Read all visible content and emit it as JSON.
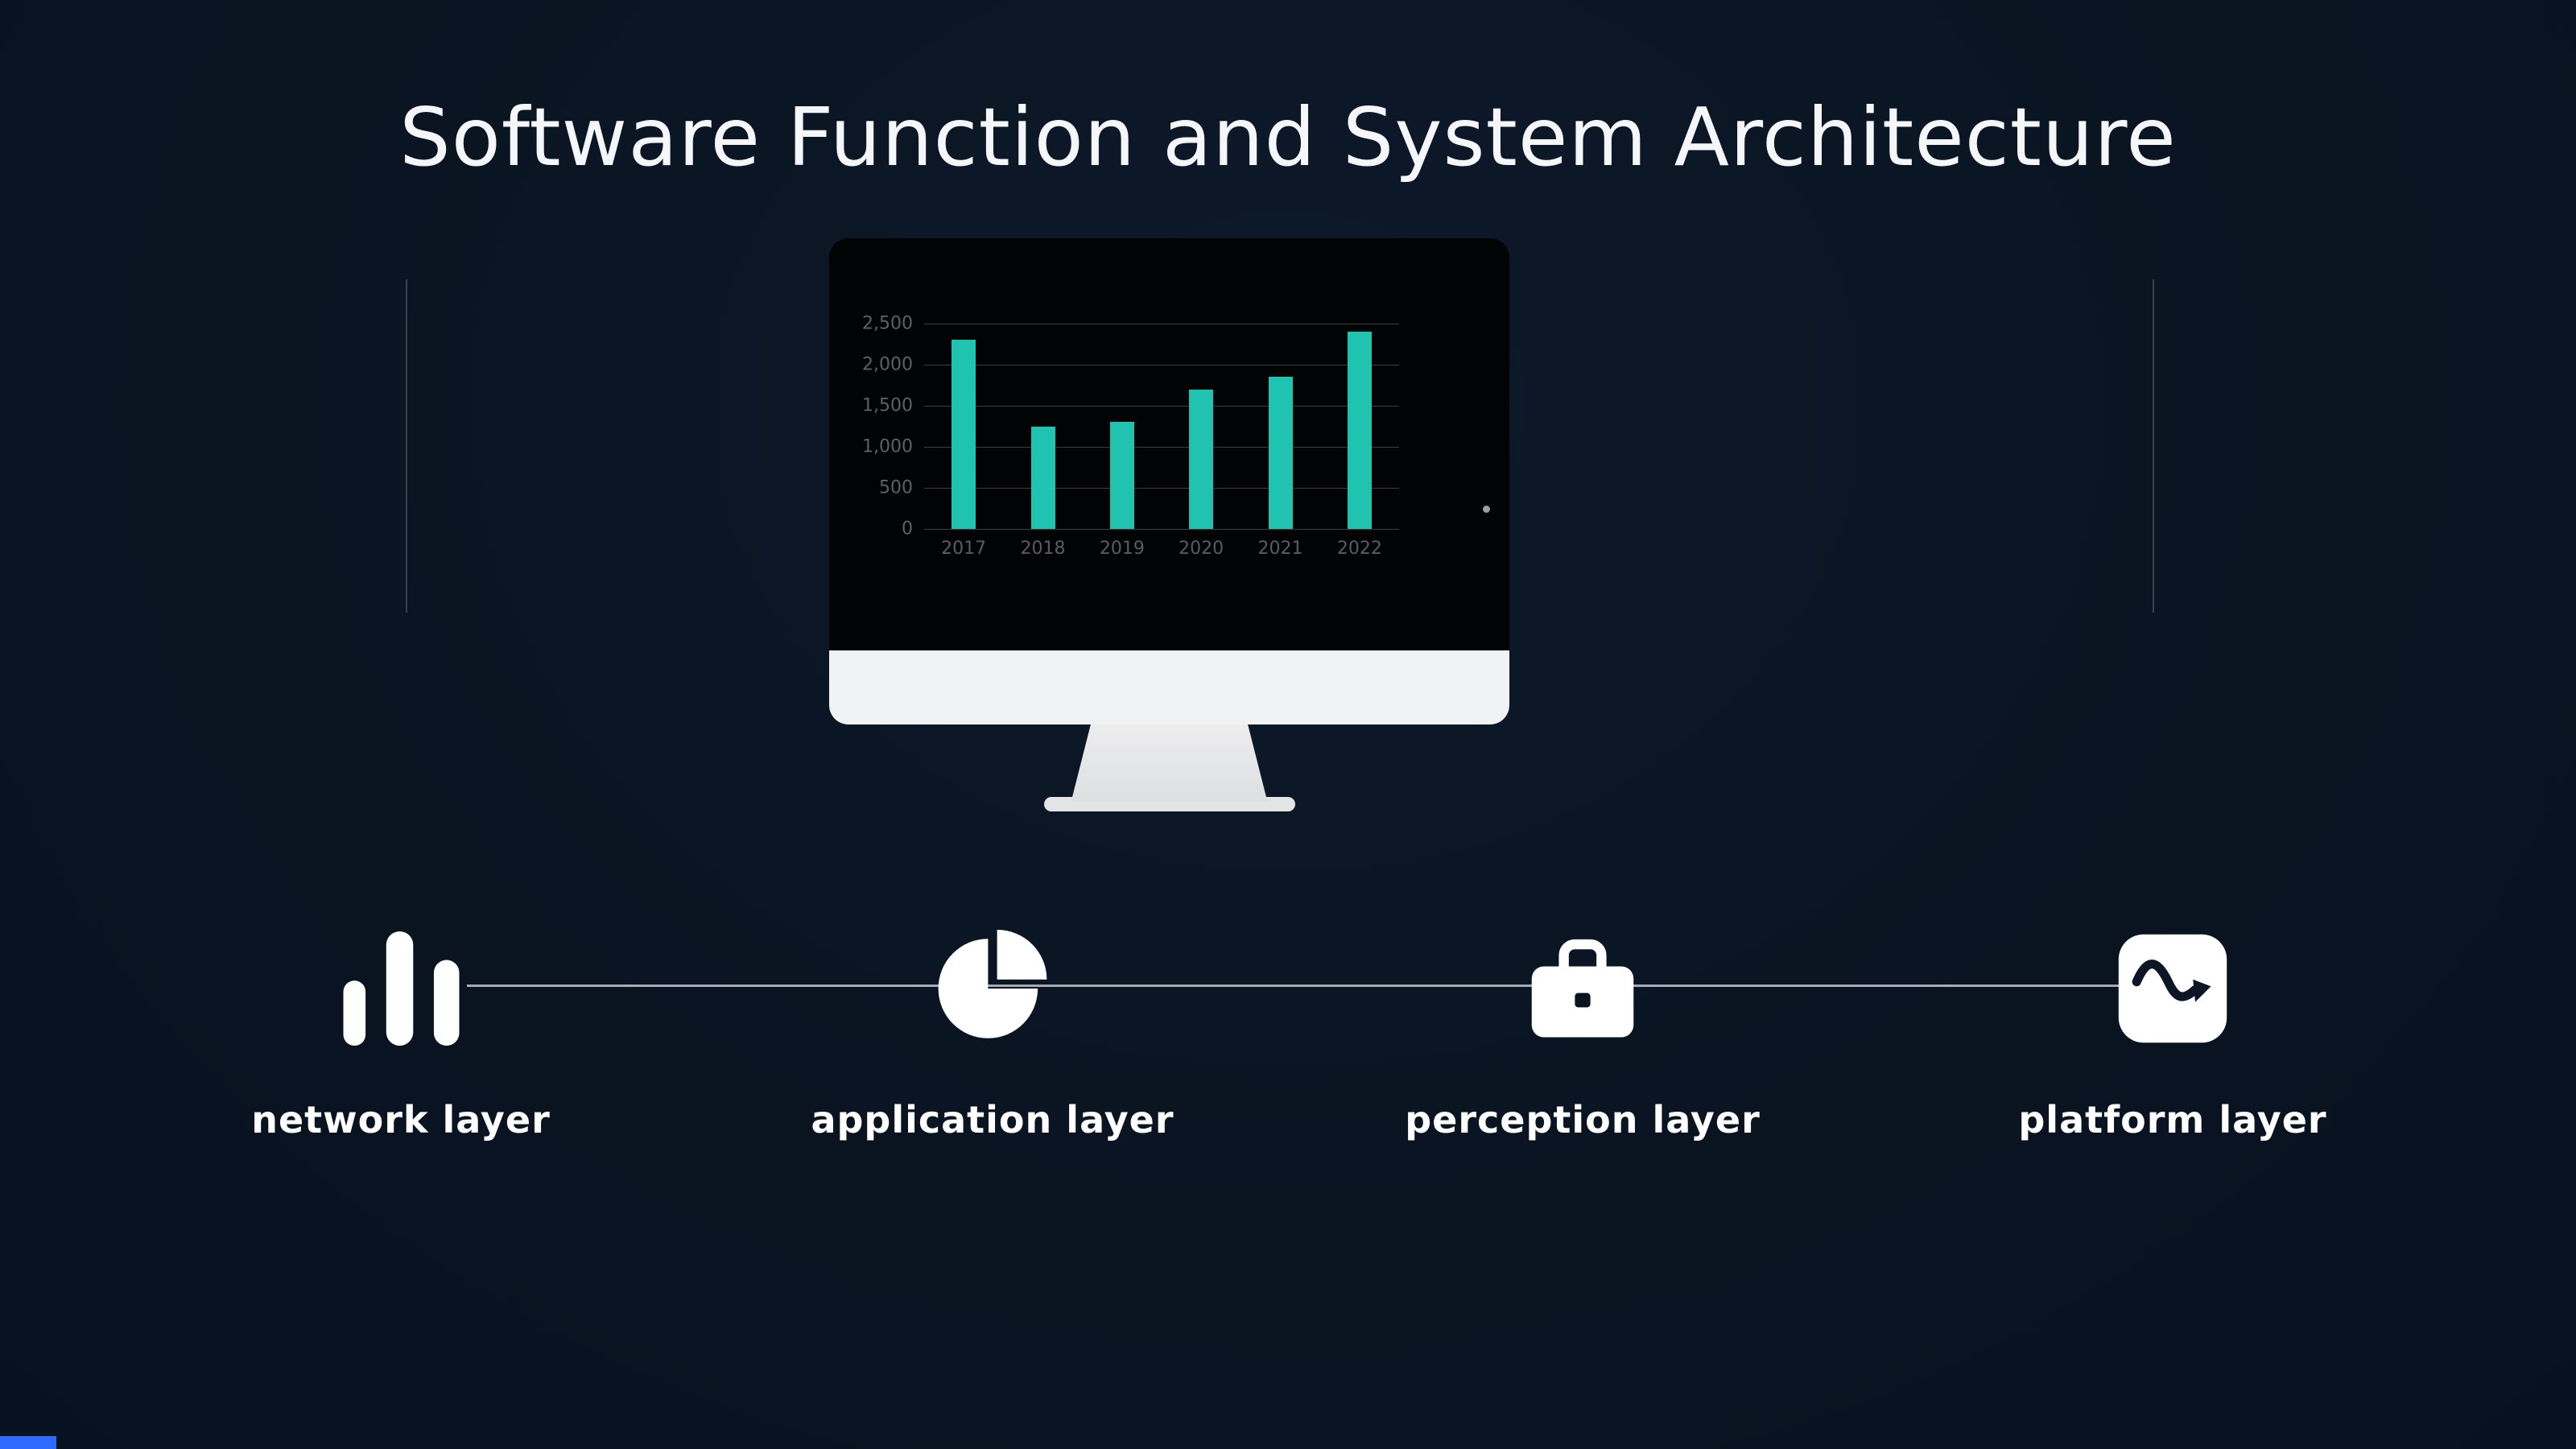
{
  "title": "Software Function and System Architecture",
  "chart_data": {
    "type": "bar",
    "categories": [
      "2017",
      "2018",
      "2019",
      "2020",
      "2021",
      "2022"
    ],
    "values": [
      2300,
      1250,
      1300,
      1700,
      1850,
      2400
    ],
    "ylim": [
      0,
      2500
    ],
    "y_ticks": [
      "2,500",
      "2,000",
      "1,500",
      "1,000",
      "500",
      "0"
    ],
    "title": "",
    "xlabel": "",
    "ylabel": "",
    "grid": true,
    "legend": false,
    "bar_color": "#1fc3b0"
  },
  "layers": [
    {
      "label": "network layer",
      "icon": "signal-bars-icon"
    },
    {
      "label": "application layer",
      "icon": "pie-chart-icon"
    },
    {
      "label": "perception layer",
      "icon": "briefcase-icon"
    },
    {
      "label": "platform layer",
      "icon": "wave-arrow-icon"
    }
  ],
  "colors": {
    "background": "#0a1421",
    "bar_teal": "#1fc3b0",
    "corner_blue": "#2d6bfe",
    "text_white": "#ffffff"
  }
}
